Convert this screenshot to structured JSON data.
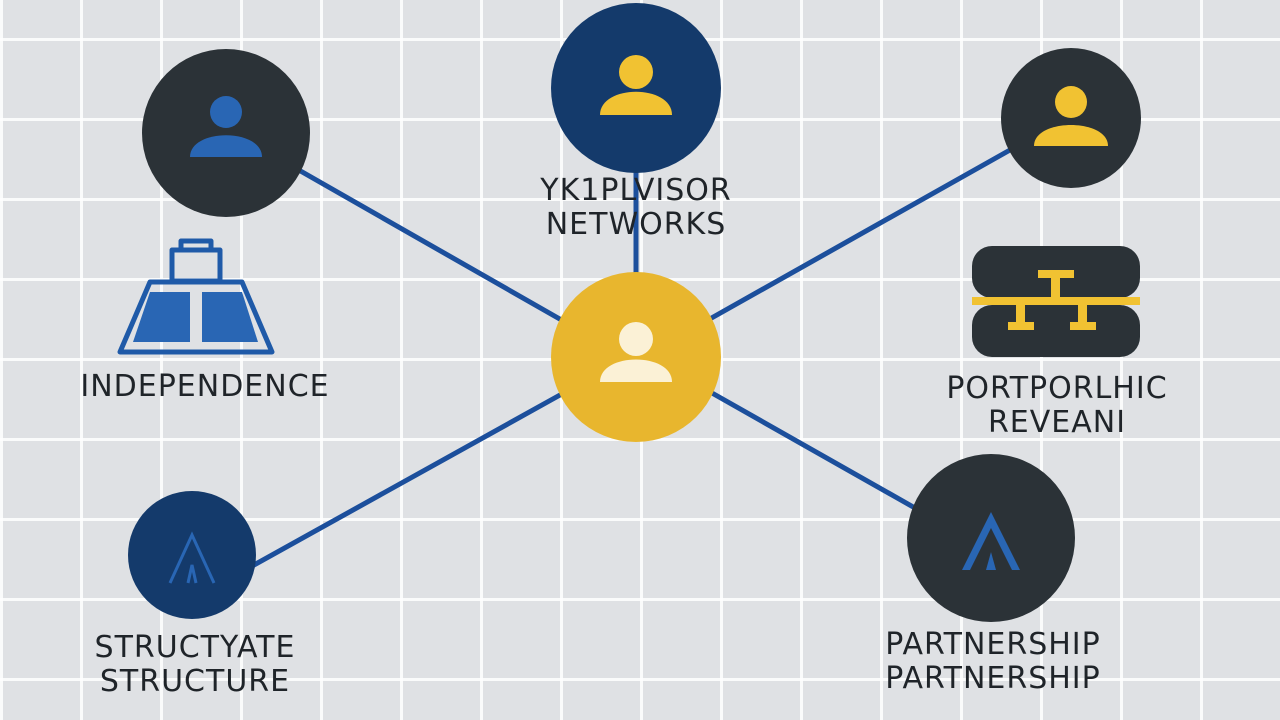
{
  "colors": {
    "background": "#dfe1e4",
    "connector": "#1c4f9c",
    "dark_node": "#2b3237",
    "navy_node": "#143a6b",
    "hub_node": "#e8b62e",
    "icon_yellow": "#f1c232",
    "icon_blue": "#2966b4",
    "icon_cream": "#fbf1d6",
    "text": "#1f2429"
  },
  "nodes": {
    "hub": {
      "icon": "person-icon",
      "color": "#e8b62e"
    },
    "top_center": {
      "icon": "person-icon",
      "color": "#143a6b"
    },
    "top_left": {
      "icon": "person-icon",
      "color": "#2b3237"
    },
    "top_right": {
      "icon": "person-icon",
      "color": "#2b3237"
    },
    "bottom_left": {
      "icon": "tent-icon",
      "color": "#143a6b"
    },
    "bottom_right": {
      "icon": "tent-icon",
      "color": "#2b3237"
    }
  },
  "icons": {
    "left_middle": "open-book-icon",
    "right_middle": "org-chart-icon"
  },
  "labels": {
    "top_center": {
      "line1": "YK1PLVISOR",
      "line2": "NETWORKS"
    },
    "left_middle": {
      "line1": "INDEPENDENCE"
    },
    "right_middle": {
      "line1": "PORTPORLHIC",
      "line2": "REVEANI"
    },
    "bottom_left": {
      "line1": "STRUCTYATE",
      "line2": "STRUCTURE"
    },
    "bottom_right": {
      "line1": "PARTNERSHIP",
      "line2": "PARTNERSHIP"
    }
  }
}
